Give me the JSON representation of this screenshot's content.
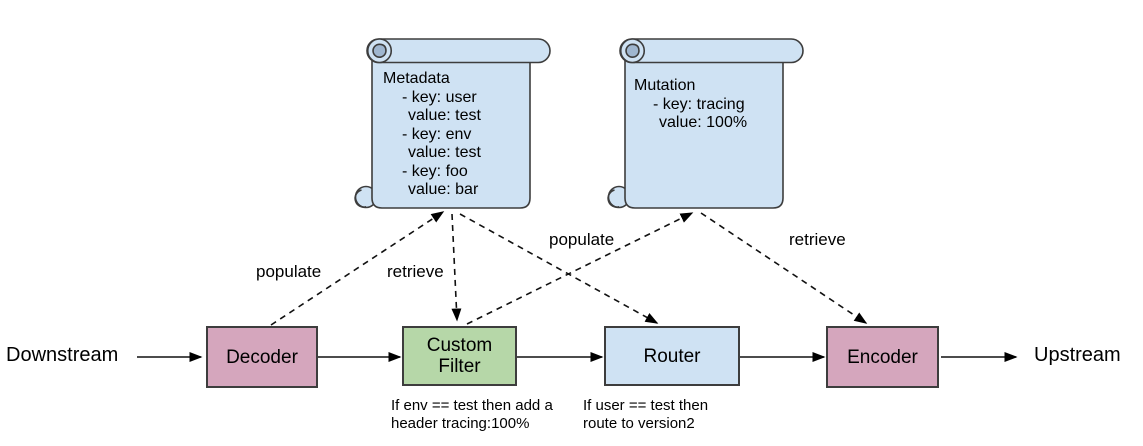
{
  "endpoints": {
    "downstream": "Downstream",
    "upstream": "Upstream"
  },
  "nodes": {
    "decoder": {
      "label": "Decoder",
      "fill": "#d5a6bd"
    },
    "custom_filter": {
      "label": "Custom\nFilter",
      "fill": "#b6d7a8"
    },
    "router": {
      "label": "Router",
      "fill": "#cfe2f3"
    },
    "encoder": {
      "label": "Encoder",
      "fill": "#d5a6bd"
    }
  },
  "scrolls": {
    "metadata": {
      "title": "Metadata",
      "entries": [
        "- key: user",
        "value: test",
        "- key: env",
        "value: test",
        "- key: foo",
        "value: bar"
      ]
    },
    "mutation": {
      "title": "Mutation",
      "entries": [
        "- key: tracing",
        "value: 100%"
      ]
    }
  },
  "edges": {
    "decoder_to_metadata": "populate",
    "metadata_to_custom_filter": "retrieve",
    "custom_filter_to_mutation": "populate",
    "mutation_to_encoder": "retrieve"
  },
  "notes": {
    "custom_filter": "If env == test then add a\nheader tracing:100%",
    "router": "If user == test then\nroute to version2"
  },
  "colors": {
    "scroll_fill": "#cfe2f3",
    "scroll_curl": "#9fb6cf",
    "node_pink": "#d5a6bd",
    "node_green": "#b6d7a8",
    "node_blue": "#cfe2f3",
    "outline": "#3d3d3d",
    "arrow": "#000000"
  }
}
